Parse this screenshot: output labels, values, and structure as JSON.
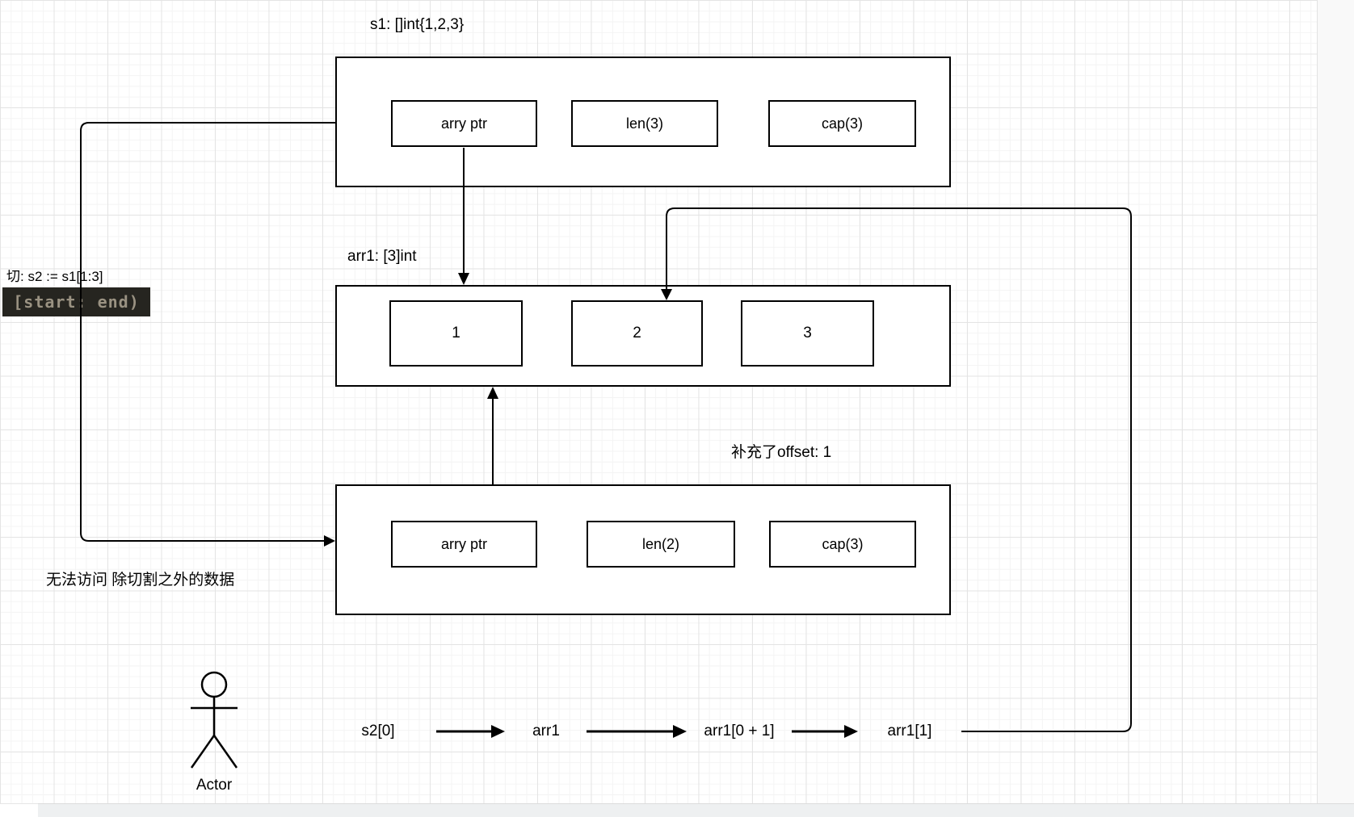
{
  "diagram": {
    "s1": {
      "label": "s1: []int{1,2,3}",
      "fields": [
        "arry ptr",
        "len(3)",
        "cap(3)"
      ]
    },
    "arr1": {
      "label": "arr1: [3]int",
      "cells": [
        "1",
        "2",
        "3"
      ]
    },
    "s2": {
      "label": "补充了offset: 1",
      "fields": [
        "arry ptr",
        "len(2)",
        "cap(3)"
      ]
    },
    "annotations": {
      "slice_note": "切: s2 := s1[1:3]",
      "range_chip": "[start: end)",
      "no_access_note": "无法访问 除切割之外的数据"
    },
    "flow": {
      "steps": [
        "s2[0]",
        "arr1",
        "arr1[0 + 1]",
        "arr1[1]"
      ]
    },
    "actor_label": "Actor",
    "colors": {
      "stroke": "#000000",
      "chip_bg": "#262520",
      "chip_text": "#9a9282",
      "grid_minor": "#f4f4f4",
      "grid_major": "#e4e4e4",
      "scroll_track": "#eef0f1",
      "side_panel": "#f9f9f9"
    }
  }
}
